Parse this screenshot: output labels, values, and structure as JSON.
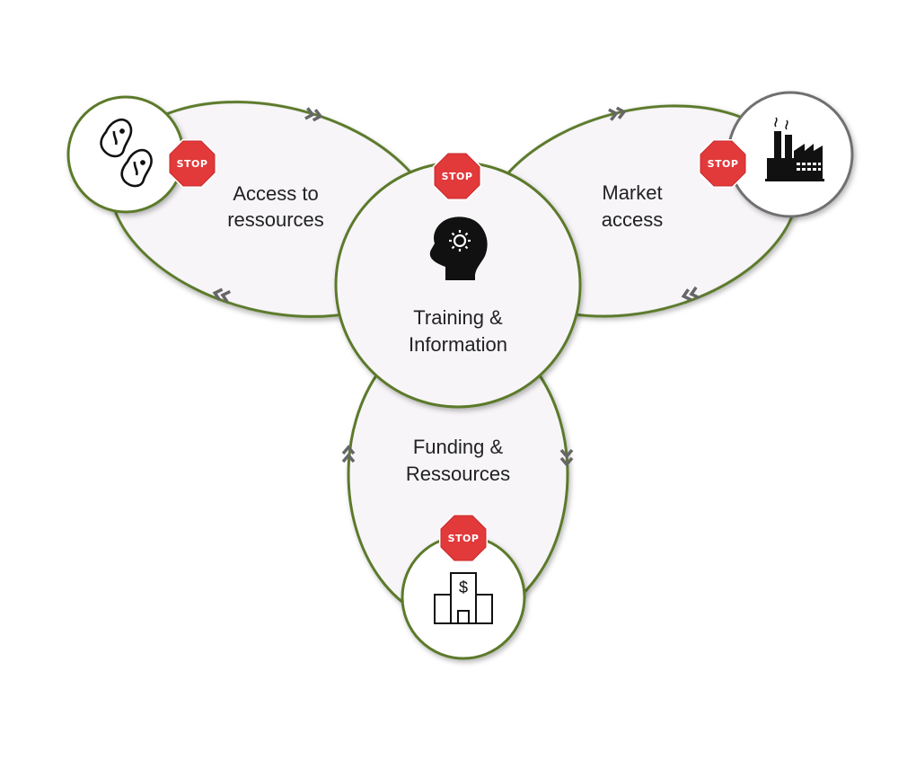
{
  "diagram": {
    "center": {
      "label_line1": "Training &",
      "label_line2": "Information",
      "icon": "head-gear-icon"
    },
    "left_loop": {
      "label_line1": "Access to",
      "label_line2": "ressources",
      "icon": "beans-icon"
    },
    "right_loop": {
      "label_line1": "Market",
      "label_line2": "access",
      "icon": "factory-icon"
    },
    "bottom_loop": {
      "label_line1": "Funding &",
      "label_line2": "Ressources",
      "icon": "bank-icon"
    },
    "stop_sign": {
      "text": "STOP",
      "icon": "stop-sign-icon"
    },
    "colors": {
      "outline": "#5b7a2c",
      "fill": "#f7f5f8",
      "stop_red": "#e2393b",
      "arrow": "#666666",
      "factory_outline": "#707070"
    }
  }
}
